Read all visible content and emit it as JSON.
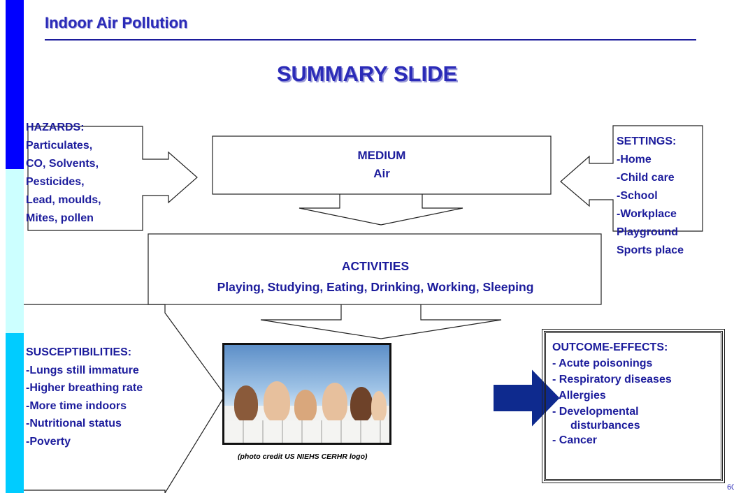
{
  "header": {
    "title": "Indoor Air Pollution"
  },
  "slide": {
    "heading": "SUMMARY SLIDE",
    "page_number": "60"
  },
  "colors": {
    "text": "#1c1c9c",
    "bar_dark_blue": "#0000ff",
    "bar_light_cyan": "#ccffff",
    "bar_cyan": "#00ccff",
    "arrow_fill": "#0e2a8e"
  },
  "hazards": {
    "label": "HAZARDS:",
    "items": [
      "Particulates,",
      "CO, Solvents,",
      "Pesticides,",
      "Lead, moulds,",
      "Mites, pollen"
    ]
  },
  "medium": {
    "label": "MEDIUM",
    "value": "Air"
  },
  "settings": {
    "label": "SETTINGS:",
    "items": [
      "-Home",
      "-Child care",
      "-School",
      "-Workplace",
      "Playground",
      "Sports place"
    ]
  },
  "activities": {
    "label": "ACTIVITIES",
    "value": "Playing, Studying, Eating, Drinking, Working, Sleeping"
  },
  "susceptibilities": {
    "label": "SUSCEPTIBILITIES:",
    "items": [
      "-Lungs still immature",
      "-Higher breathing rate",
      "-More time indoors",
      "-Nutritional status",
      "-Poverty"
    ]
  },
  "outcome_effects": {
    "label": "OUTCOME-EFFECTS:",
    "items": [
      "- Acute poisonings",
      "- Respiratory diseases",
      "- Allergies",
      "- Developmental",
      "disturbances",
      "- Cancer"
    ]
  },
  "photo": {
    "credit": "(photo credit US NIEHS CERHR logo)",
    "subject": "six babies peeking over a white fence"
  }
}
